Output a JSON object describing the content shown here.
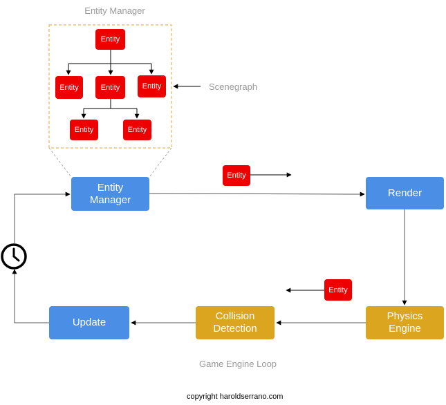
{
  "labels": {
    "entity_manager_title": "Entity Manager",
    "scenegraph": "Scenegraph",
    "loop_caption": "Game Engine Loop",
    "copyright": "copyright haroldserrano.com"
  },
  "scenegraph_entities": [
    "Entity",
    "Entity",
    "Entity",
    "Entity",
    "Entity",
    "Entity"
  ],
  "floating_entities": [
    "Entity",
    "Entity"
  ],
  "nodes": {
    "entity_manager": [
      "Entity",
      "Manager"
    ],
    "render": "Render",
    "physics_engine": [
      "Physics",
      "Engine"
    ],
    "collision_detection": [
      "Collision",
      "Detection"
    ],
    "update": "Update"
  },
  "colors": {
    "entity": "#ee0000",
    "system_blue": "#4a8ee6",
    "system_gold": "#dba520",
    "dashed_border": "#e8a23a",
    "label_grey": "#999999"
  },
  "icons": {
    "loop_timer": "clock-icon"
  }
}
